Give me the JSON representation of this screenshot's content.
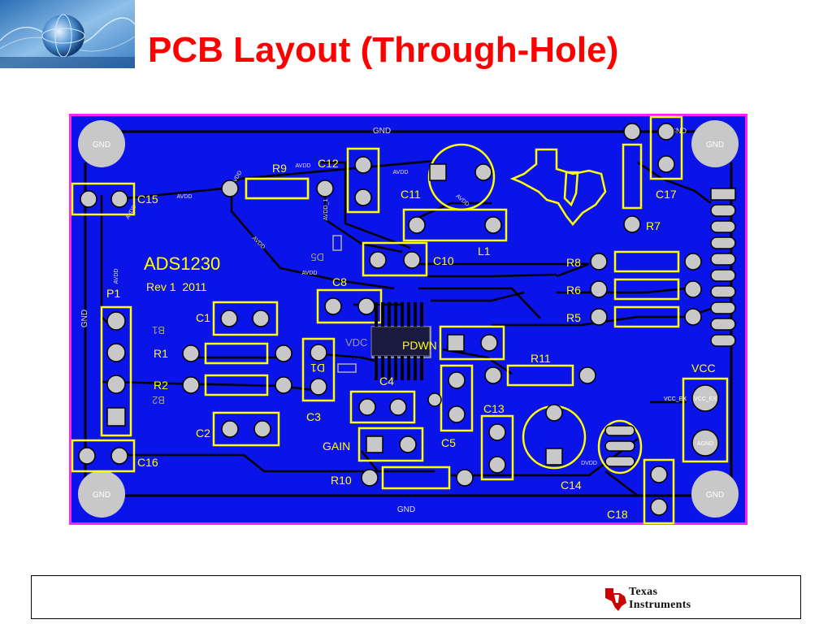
{
  "slide": {
    "title": "PCB Layout (Through-Hole)",
    "footer_brand_line1": "Texas",
    "footer_brand_line2": "Instruments"
  },
  "colors": {
    "title": "#ff0000",
    "board_bg": "#0b14e8",
    "board_border": "#ff22ff",
    "trace": "#000000",
    "silkscreen": "#ffff00",
    "pad": "#c8c8c8"
  },
  "board": {
    "name": "ADS1230",
    "revision": "Rev 1  2011",
    "net_labels": {
      "gnd": "GND",
      "avdd": "AVDD",
      "avdd_1": "AVDD_1",
      "dvdd": "DVDD",
      "vcc_ex": "VCC_EX",
      "agnd": "AGND"
    },
    "components": {
      "r1": "R1",
      "r2": "R2",
      "r5": "R5",
      "r6": "R6",
      "r7": "R7",
      "r8": "R8",
      "r9": "R9",
      "r10": "R10",
      "r11": "R11",
      "c1": "C1",
      "c2": "C2",
      "c3": "C3",
      "c4": "C4",
      "c5": "C5",
      "c8": "C8",
      "c10": "C10",
      "c11": "C11",
      "c12": "C12",
      "c13": "C13",
      "c14": "C14",
      "c15": "C15",
      "c16": "C16",
      "c17": "C17",
      "c18": "C18",
      "l1": "L1",
      "d1": "D1",
      "d5": "D5",
      "b1": "B1",
      "b2": "B2",
      "p1": "P1",
      "vcc": "VCC",
      "gain": "GAIN",
      "pdwn": "PDWN",
      "vdc": "VDC"
    }
  }
}
